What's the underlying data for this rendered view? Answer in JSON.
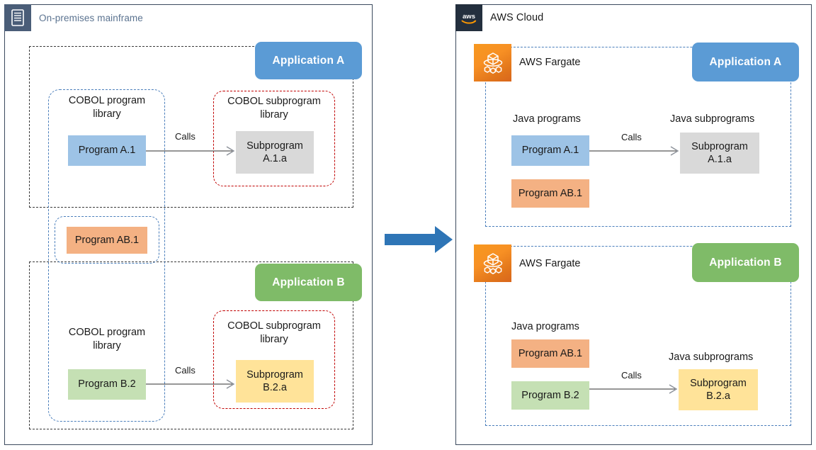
{
  "onprem": {
    "title": "On-premises mainframe",
    "icon": "mainframe-icon",
    "application_a": {
      "badge": "Application A",
      "program_library_label": "COBOL program\nlibrary",
      "subprogram_library_label": "COBOL subprogram\nlibrary",
      "program": "Program A.1",
      "subprogram": "Subprogram\nA.1.a",
      "call_label": "Calls"
    },
    "shared": {
      "program": "Program AB.1"
    },
    "application_b": {
      "badge": "Application B",
      "program_library_label": "COBOL program\nlibrary",
      "subprogram_library_label": "COBOL subprogram\nlibrary",
      "program": "Program B.2",
      "subprogram": "Subprogram\nB.2.a",
      "call_label": "Calls"
    }
  },
  "migration_arrow": {
    "direction": "right",
    "color": "#2e75b6"
  },
  "aws": {
    "title": "AWS Cloud",
    "logo": "aws-logo",
    "fargate_a": {
      "service_label": "AWS Fargate",
      "badge": "Application A",
      "programs_label": "Java programs",
      "subprograms_label": "Java subprograms",
      "program_1": "Program A.1",
      "program_2": "Program AB.1",
      "subprogram": "Subprogram\nA.1.a",
      "call_label": "Calls"
    },
    "fargate_b": {
      "service_label": "AWS Fargate",
      "badge": "Application B",
      "programs_label": "Java programs",
      "subprograms_label": "Java subprograms",
      "program_1": "Program AB.1",
      "program_2": "Program B.2",
      "subprogram": "Subprogram\nB.2.a",
      "call_label": "Calls"
    }
  },
  "colors": {
    "panel_border": "#3b4a5e",
    "app_a_badge": "#5b9bd5",
    "app_b_badge": "#7fbb68",
    "program_a1": "#9dc3e6",
    "program_ab1": "#f4b183",
    "program_b2": "#c5e0b4",
    "subprogram_a1a": "#d9d9d9",
    "subprogram_b2a": "#ffe399",
    "cobol_lib_border": "#4a7ebb",
    "cobol_sublib_border": "#c00000",
    "arrow": "#2e75b6",
    "aws_navy": "#232f3e",
    "fargate_orange": "#e8731a",
    "mainframe_slate": "#4a5d78"
  }
}
